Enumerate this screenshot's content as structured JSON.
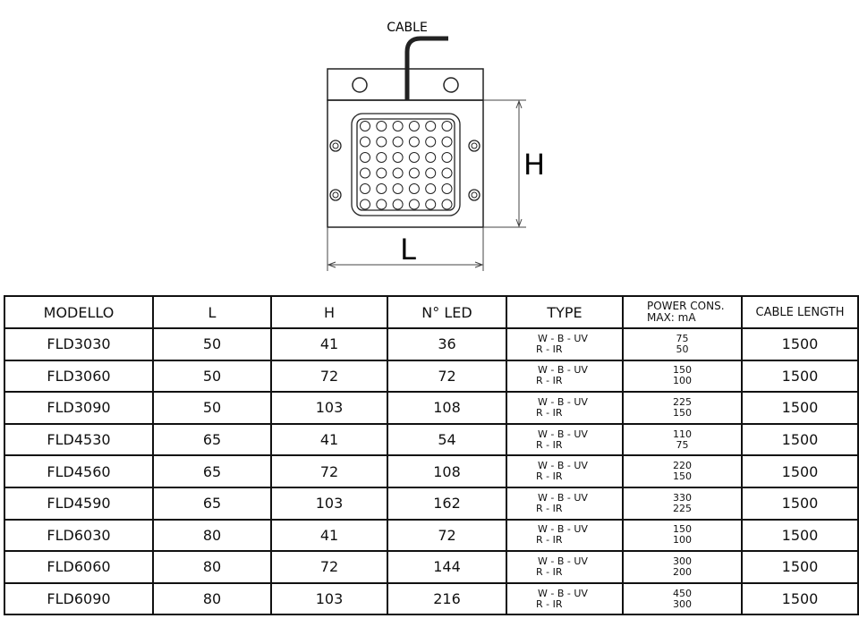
{
  "drawing": {
    "cable_label": "CABLE",
    "h_label": "H",
    "l_label": "L",
    "led_rows": 6,
    "led_cols": 6
  },
  "table": {
    "headers": {
      "model": "MODELLO",
      "l": "L",
      "h": "H",
      "led": "N° LED",
      "type": "TYPE",
      "power_line1": "POWER CONS.",
      "power_line2": "MAX: mA",
      "cable": "CABLE LENGTH"
    },
    "type_line1": "W - B - UV",
    "type_line2": "R - IR",
    "rows": [
      {
        "model": "FLD3030",
        "l": "50",
        "h": "41",
        "led": "36",
        "p1": "75",
        "p2": "50",
        "cable": "1500"
      },
      {
        "model": "FLD3060",
        "l": "50",
        "h": "72",
        "led": "72",
        "p1": "150",
        "p2": "100",
        "cable": "1500"
      },
      {
        "model": "FLD3090",
        "l": "50",
        "h": "103",
        "led": "108",
        "p1": "225",
        "p2": "150",
        "cable": "1500"
      },
      {
        "model": "FLD4530",
        "l": "65",
        "h": "41",
        "led": "54",
        "p1": "110",
        "p2": "75",
        "cable": "1500"
      },
      {
        "model": "FLD4560",
        "l": "65",
        "h": "72",
        "led": "108",
        "p1": "220",
        "p2": "150",
        "cable": "1500"
      },
      {
        "model": "FLD4590",
        "l": "65",
        "h": "103",
        "led": "162",
        "p1": "330",
        "p2": "225",
        "cable": "1500"
      },
      {
        "model": "FLD6030",
        "l": "80",
        "h": "41",
        "led": "72",
        "p1": "150",
        "p2": "100",
        "cable": "1500"
      },
      {
        "model": "FLD6060",
        "l": "80",
        "h": "72",
        "led": "144",
        "p1": "300",
        "p2": "200",
        "cable": "1500"
      },
      {
        "model": "FLD6090",
        "l": "80",
        "h": "103",
        "led": "216",
        "p1": "450",
        "p2": "300",
        "cable": "1500"
      }
    ]
  }
}
